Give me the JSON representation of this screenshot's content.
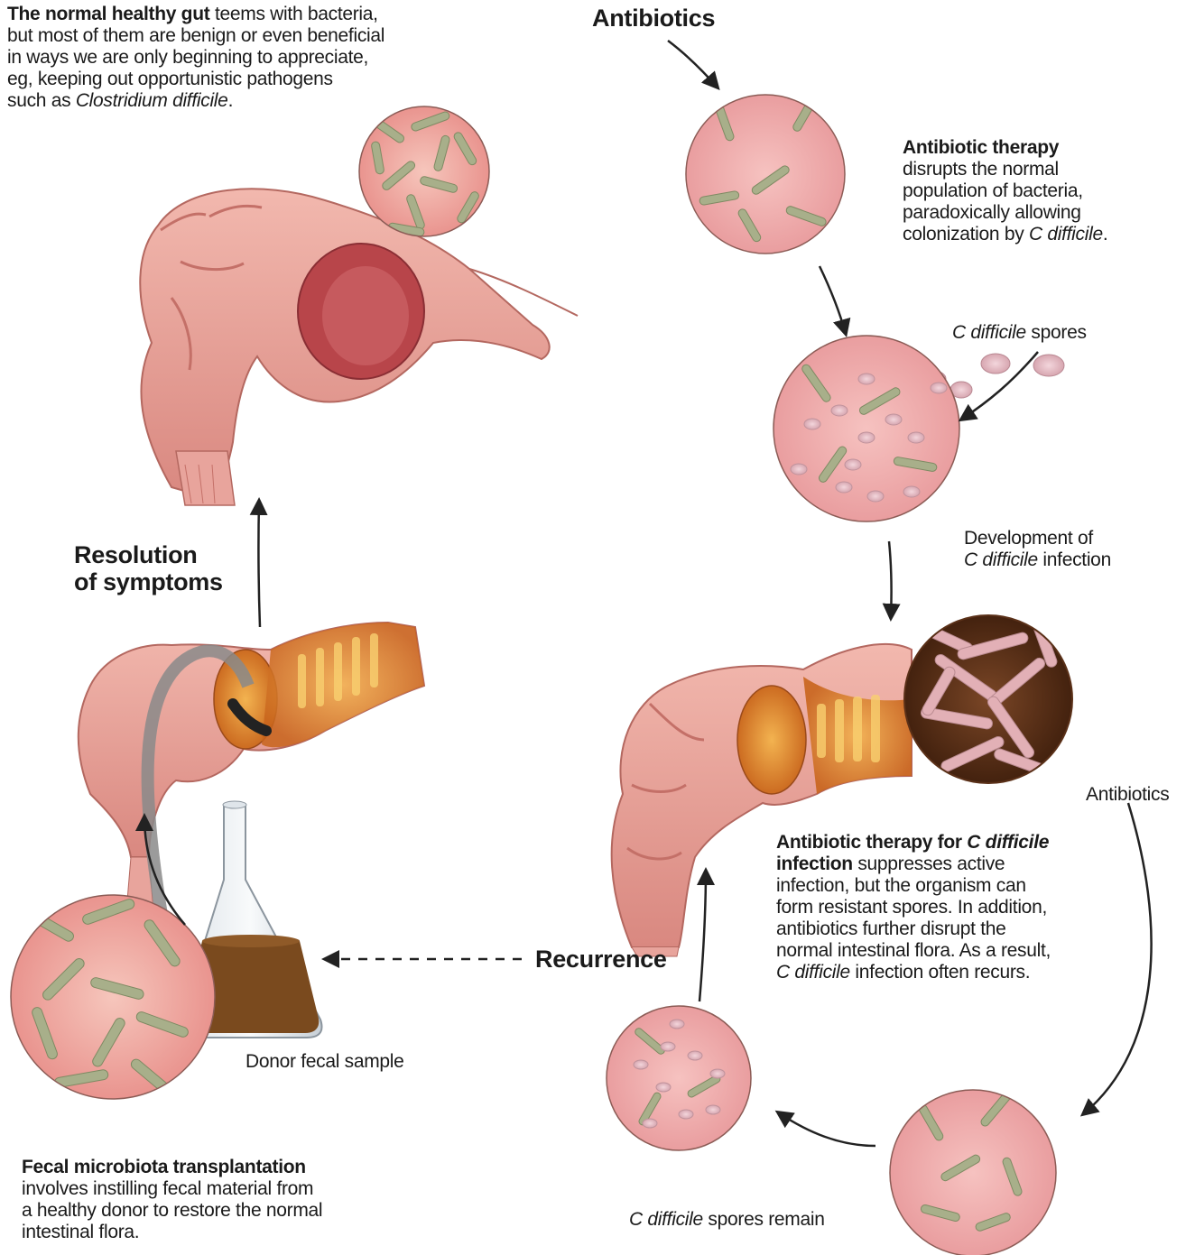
{
  "colors": {
    "gut_pink": "#e8a49c",
    "gut_shadow": "#c46e68",
    "gut_inner": "#b8454a",
    "flora_bg": "#f0b0ac",
    "bacteria_green": "#9aa380",
    "infection_brown": "#5a3018",
    "pathogen_pink": "#e0aab0",
    "fecal_brown": "#7a4a1e",
    "arrow": "#222222"
  },
  "labels": {
    "healthy_gut": {
      "bold": "The normal healthy gut",
      "text1": " teems with bacteria,",
      "line2": "but most of them are benign or even beneficial",
      "line3": "in ways we are only beginning to appreciate,",
      "line4": "eg, keeping out opportunistic pathogens",
      "line5_pre": "such as ",
      "line5_italic": "Clostridium difficile",
      "line5_post": "."
    },
    "antibiotics_top": "Antibiotics",
    "antibiotic_therapy": {
      "bold": "Antibiotic therapy",
      "line2": "disrupts the normal",
      "line3": "population of bacteria,",
      "line4": "paradoxically allowing",
      "line5_pre": "colonization by ",
      "line5_italic": "C difficile",
      "line5_post": "."
    },
    "spores": {
      "italic": "C difficile",
      "text": " spores"
    },
    "development": {
      "line1": "Development of",
      "line2_italic": "C difficile",
      "line2_post": " infection"
    },
    "resolution": {
      "line1": "Resolution",
      "line2": "of symptoms"
    },
    "antibiotics_right": "Antibiotics",
    "therapy_cdiff": {
      "bold1": "Antibiotic therapy for ",
      "bold_italic": "C difficile",
      "bold2": "infection",
      "text2": " suppresses active",
      "line3": "infection, but the organism can",
      "line4": "form resistant spores. In addition,",
      "line5": "antibiotics further disrupt the",
      "line6": "normal intestinal flora. As a result,",
      "line7_italic": "C difficile",
      "line7_post": " infection often recurs."
    },
    "recurrence": "Recurrence",
    "donor": "Donor fecal sample",
    "fmt": {
      "bold": "Fecal microbiota transplantation",
      "line2": "involves instilling fecal material from",
      "line3": "a healthy donor to restore the normal",
      "line4": "intestinal flora."
    },
    "spores_remain": {
      "italic": "C difficile",
      "text": " spores remain"
    }
  }
}
